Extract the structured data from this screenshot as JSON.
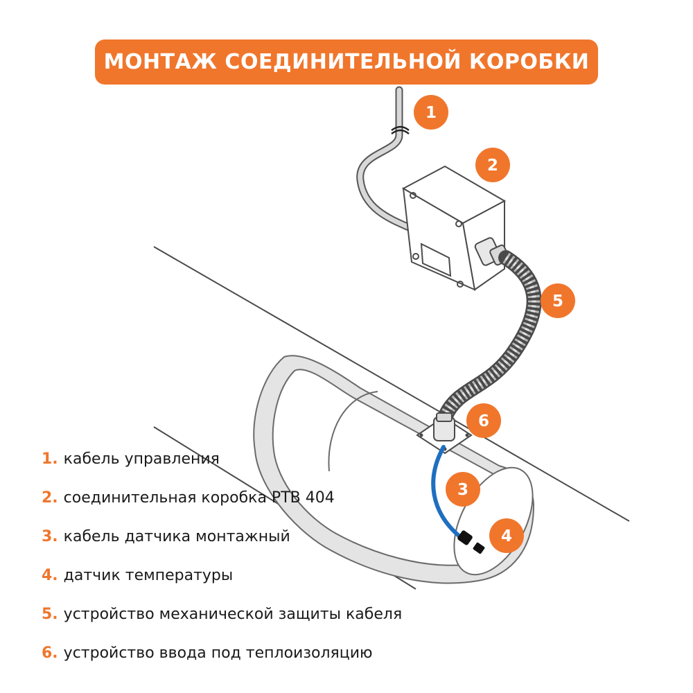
{
  "title": "МОНТАЖ СОЕДИНИТЕЛЬНОЙ КОРОБКИ",
  "colors": {
    "accent": "#f0762c",
    "sensor_cable": "#1f6fc0",
    "line": "#4a4a4a"
  },
  "badges": [
    "1",
    "2",
    "3",
    "4",
    "5",
    "6"
  ],
  "legend": [
    {
      "num": "1.",
      "text": "кабель управления"
    },
    {
      "num": "2.",
      "text": "соединительная коробка РТВ 404"
    },
    {
      "num": "3.",
      "text": "кабель датчика монтажный"
    },
    {
      "num": "4.",
      "text": "датчик температуры"
    },
    {
      "num": "5.",
      "text": "устройство механической защиты кабеля"
    },
    {
      "num": "6.",
      "text": "устройство ввода под теплоизоляцию"
    }
  ]
}
